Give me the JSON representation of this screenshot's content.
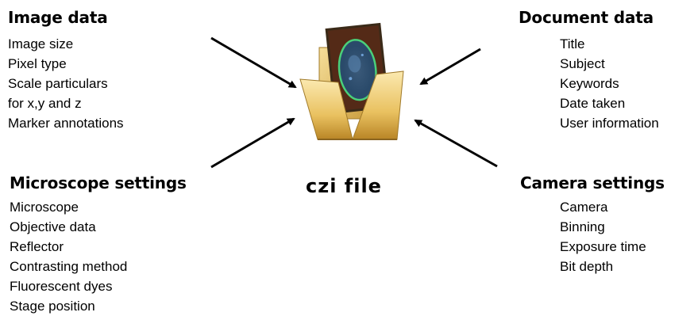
{
  "image_data": {
    "heading": "Image data",
    "items": [
      "Image size",
      "Pixel type",
      "Scale particulars",
      "for x,y and z",
      "Marker annotations"
    ]
  },
  "document_data": {
    "heading": "Document data",
    "items": [
      "Title",
      "Subject",
      "Keywords",
      "Date taken",
      "User information"
    ]
  },
  "microscope_settings": {
    "heading": "Microscope settings",
    "items": [
      "Microscope",
      "Objective data",
      "Reflector",
      "Contrasting method",
      "Fluorescent dyes",
      "Stage position"
    ]
  },
  "camera_settings": {
    "heading": "Camera settings",
    "items": [
      "Camera",
      "Binning",
      "Exposure time",
      "Bit depth"
    ]
  },
  "center": {
    "label": "czi file",
    "icon": "folder-with-micrograph-icon"
  },
  "colors": {
    "text": "#000000",
    "background": "#ffffff",
    "folder": "#e8c25a",
    "micrograph": "#3a2a18"
  }
}
